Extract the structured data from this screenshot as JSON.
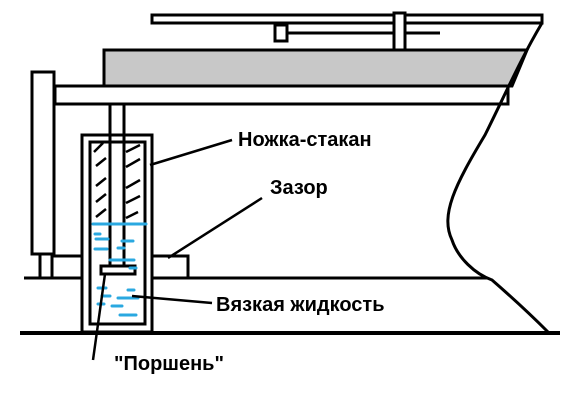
{
  "labels": {
    "cup_leg": "Ножка-стакан",
    "gap": "Зазор",
    "viscous_fluid": "Вязкая жидкость",
    "piston": "\"Поршень\""
  },
  "colors": {
    "line": "#000000",
    "panel_fill": "#c8c8c8",
    "fluid": "#2aa8e0",
    "background": "#ffffff"
  }
}
